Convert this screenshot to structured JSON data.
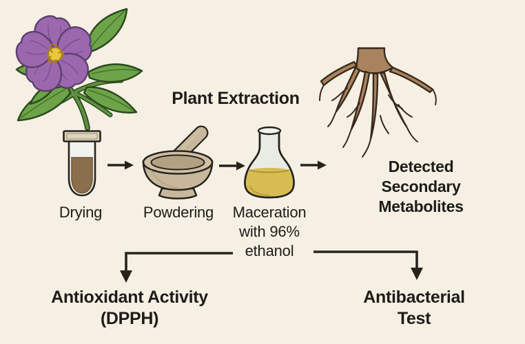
{
  "title": "Plant Extraction",
  "process": {
    "steps": [
      {
        "name": "drying",
        "icon": "test-tube-icon",
        "label": "Drying"
      },
      {
        "name": "powdering",
        "icon": "mortar-pestle-icon",
        "label": "Powdering"
      },
      {
        "name": "maceration",
        "icon": "erlenmeyer-flask-icon",
        "label": "Maceration\nwith 96%\nethanol"
      }
    ],
    "result_label": "Detected\nSecondary Metabolites"
  },
  "tests": [
    {
      "name": "antioxidant",
      "label": "Antioxidant Activity\n(DPPH)"
    },
    {
      "name": "antibacterial",
      "label": "Antibacterial Test"
    }
  ],
  "illustrations": [
    {
      "name": "flowering-plant",
      "description": "purple five-petal flower with green leaves"
    },
    {
      "name": "dried-roots",
      "description": "brown branching root system"
    }
  ],
  "colors": {
    "background": "#f5f0e3",
    "ink": "#26231d",
    "text": "#1d1c19",
    "petal": "#9b67ad",
    "petal_dark": "#5d3f70",
    "petal_vein": "#7b4f91",
    "stamen": "#e9c63d",
    "stamen_dark": "#a67f18",
    "leaf": "#6da449",
    "leaf_dark": "#2c4a1e",
    "leaf_vein": "#47782c",
    "stem": "#5d9140",
    "tan": "#c8b89b",
    "tan_dark": "#b3a183",
    "tan_light": "#cfc0a4",
    "cap": "#ded3bd",
    "powder": "#8b6f4b",
    "powder_dark": "#6e5738",
    "glass": "#e9ece5",
    "glass_light": "#f2f3ee",
    "liquid": "#d6bc52",
    "liquid_dark": "#a78e2d",
    "root": "#a8835d",
    "root_dark": "#38291c"
  }
}
